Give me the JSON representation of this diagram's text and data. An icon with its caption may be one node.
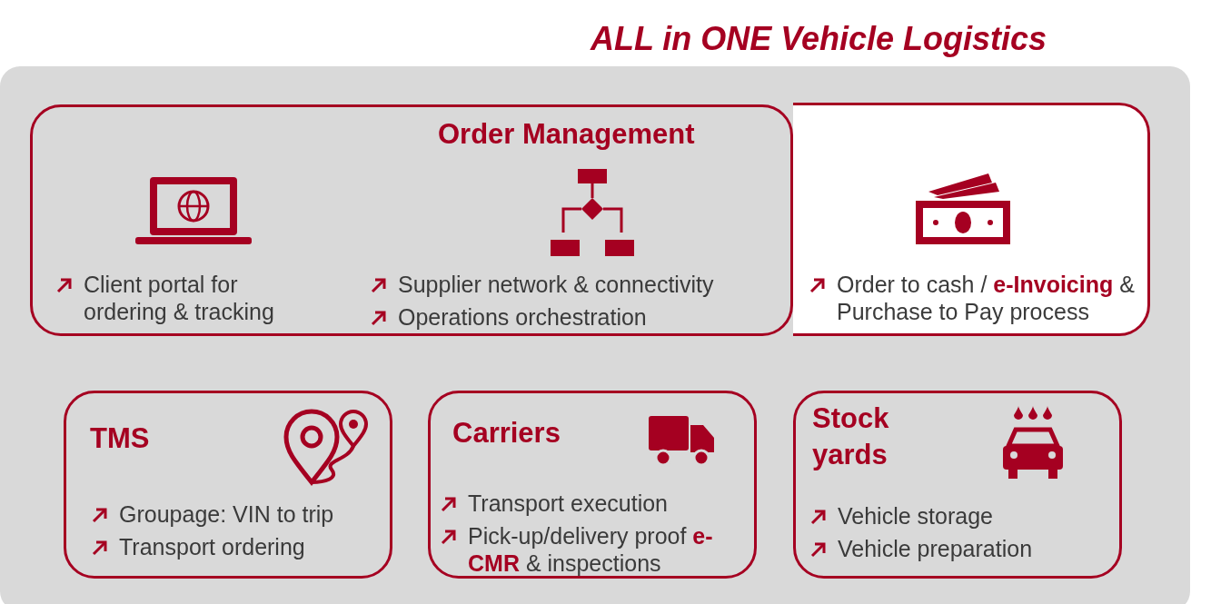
{
  "diagram": {
    "title": "ALL in ONE Vehicle Logistics",
    "nodes": [
      {
        "text": [
          "Order Management",
          "Client portal for ordering & tracking",
          "Supplier network & connectivity",
          "Operations orchestration"
        ]
      },
      {
        "text": [
          "Order to cash / **e-Invoicing** & Purchase to Pay process"
        ]
      },
      {
        "text": [
          "TMS",
          "Groupage: VIN to trip",
          "Transport ordering"
        ]
      },
      {
        "text": [
          "Carriers",
          "Transport execution",
          "Pick-up/delivery proof **e-CMR** & inspections"
        ]
      },
      {
        "text": [
          "Stock yards",
          "Vehicle storage",
          "Vehicle preparation"
        ]
      }
    ],
    "edges": []
  }
}
